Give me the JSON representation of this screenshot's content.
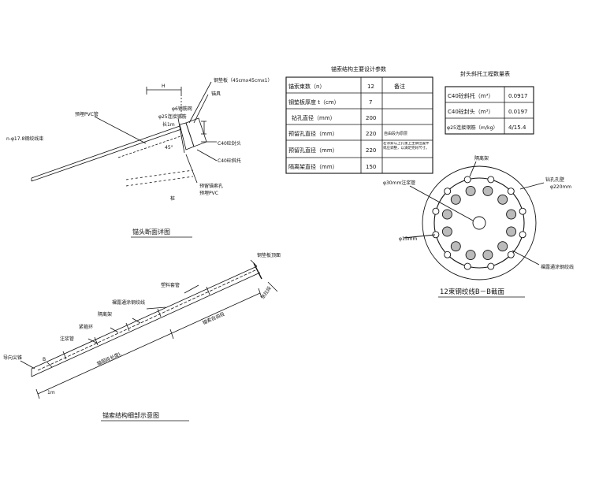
{
  "anchor_head": {
    "title": "锚头断面详图",
    "labels": {
      "steel_plate": "钢垫板（45cmx45cmx1）",
      "anchor": "锚具",
      "pvc": "预埋PVC管",
      "rebar_mesh": "φ6钢筋网",
      "connect_bar": "φ25连接钢筋",
      "length": "长1m",
      "strand": "n-φ17.8钢绞线束",
      "c40_head": "C40砼封头",
      "c40_slope": "C40砼斜托",
      "reserved_hole": "预留锚索孔",
      "pvc_pipe": "预埋PVC",
      "pile": "桩",
      "h": "H",
      "angle": "45°"
    }
  },
  "anchor_structure": {
    "title": "锚索结构细部示意图",
    "labels": {
      "plate_top": "钢垫板顶面",
      "plastic_pipe": "塑料套管",
      "bare_strand": "裸露通涂钢绞线",
      "spacer": "隔离架",
      "fixed_ring": "紧箍环",
      "grout_pipe": "注浆管",
      "guide_cap": "导向尖锥",
      "b_mark": "B",
      "anchor_section_len": "锚固段长度L",
      "free_section": "锚索自由段",
      "tension_section": "张拉段",
      "one_m": "1m"
    }
  },
  "design_table": {
    "title": "锚索结构主要设计参数",
    "rows": [
      {
        "name": "锚索束数（n）",
        "value": "12",
        "note": "备注"
      },
      {
        "name": "钢垫板厚度 t（cm）",
        "value": "7",
        "note": ""
      },
      {
        "name": "钻孔直径（mm）",
        "value": "200",
        "note": ""
      },
      {
        "name": "预留孔直径（mm）",
        "value": "220",
        "note": "自由段为原层"
      },
      {
        "name": "预留孔直径（mm）",
        "value": "220",
        "note": "若涂索与上孔重上主钢位置件或应调整，以满足完好尺寸。"
      },
      {
        "name": "隔离架直径（mm）",
        "value": "150",
        "note": ""
      }
    ]
  },
  "quantity_table": {
    "title": "封头斜托工程数量表",
    "rows": [
      {
        "name": "C40砼斜托（m³）",
        "value": "0.0917"
      },
      {
        "name": "C40砼封头（m³）",
        "value": "0.0197"
      },
      {
        "name": "φ25连接钢筋（m/kg）",
        "value": "4/15.4"
      }
    ]
  },
  "section_bb": {
    "title": "12束钢绞线B－B截面",
    "labels": {
      "spacer": "隔离架",
      "drill_hole": "钻孔孔壁",
      "drill_dia": "φ220mm",
      "grout_pipe": "φ30mm注浆管",
      "dia15": "φ15mm",
      "bare_strand": "裸露通涂钢绞线"
    }
  }
}
